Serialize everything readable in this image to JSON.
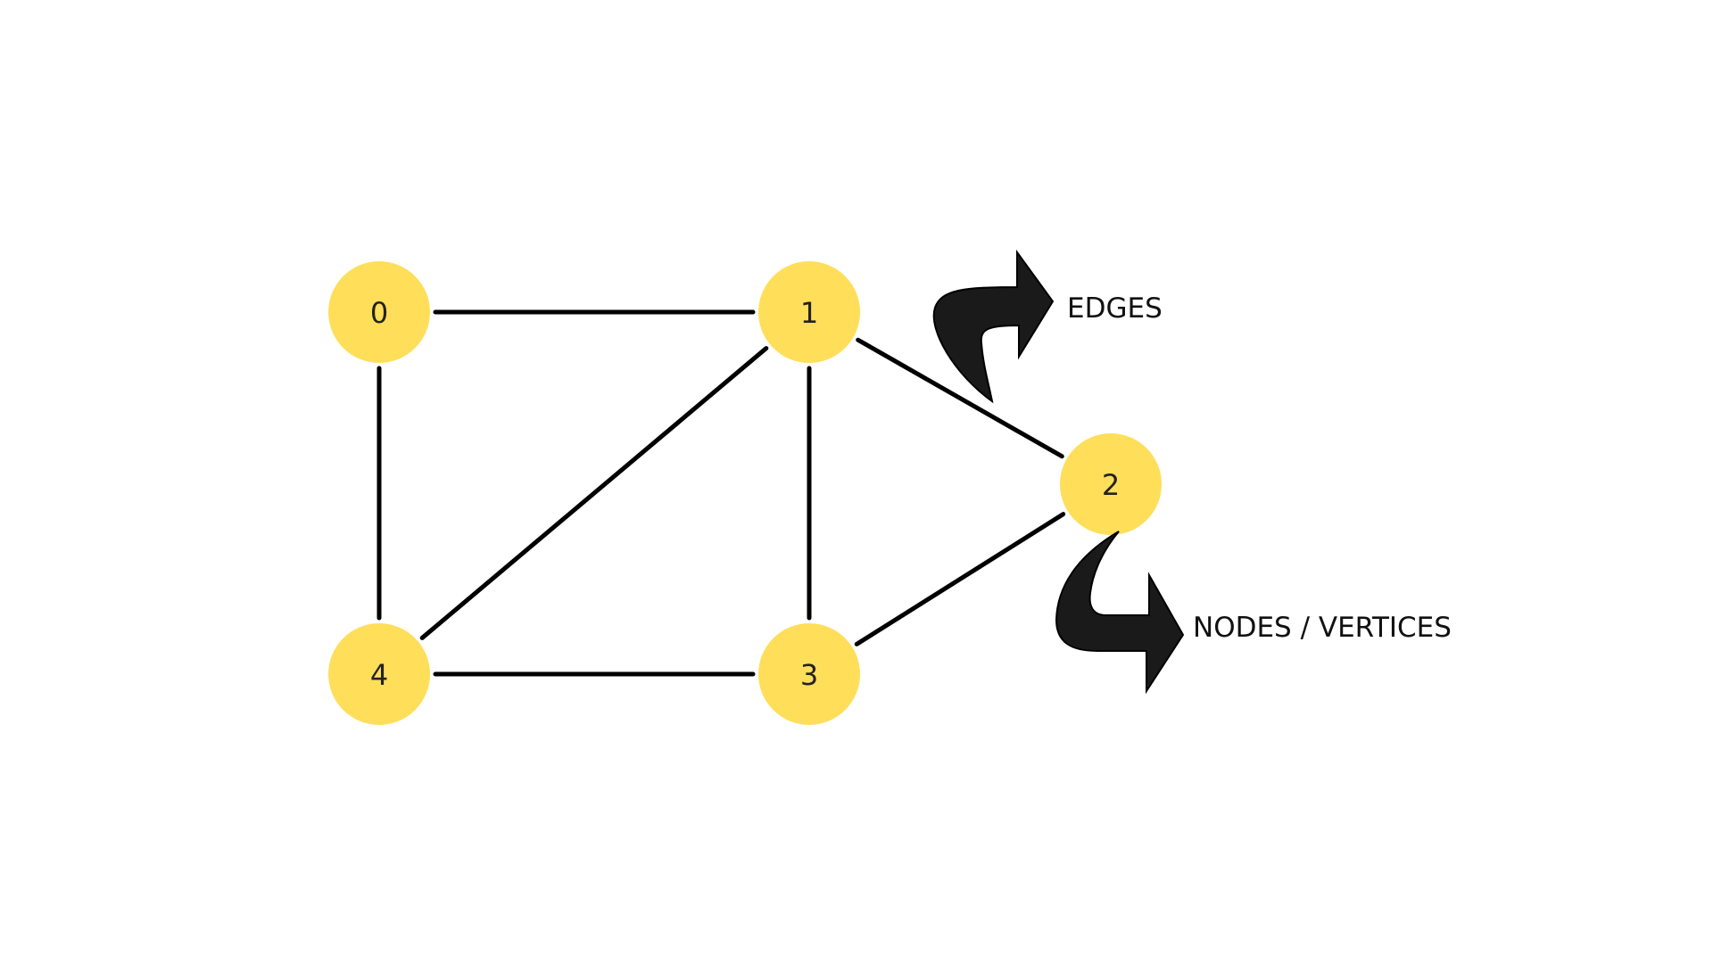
{
  "colors": {
    "node_fill": "#FFDE59",
    "edge": "#000000",
    "arrow": "#1a1a1a",
    "background": "#ffffff"
  },
  "nodes": [
    {
      "id": "0",
      "label": "0"
    },
    {
      "id": "1",
      "label": "1"
    },
    {
      "id": "2",
      "label": "2"
    },
    {
      "id": "3",
      "label": "3"
    },
    {
      "id": "4",
      "label": "4"
    }
  ],
  "edges": [
    [
      "0",
      "1"
    ],
    [
      "0",
      "4"
    ],
    [
      "1",
      "4"
    ],
    [
      "1",
      "3"
    ],
    [
      "1",
      "2"
    ],
    [
      "2",
      "3"
    ],
    [
      "3",
      "4"
    ]
  ],
  "annotations": {
    "edges_label": "EDGES",
    "nodes_label": "NODES / VERTICES"
  }
}
